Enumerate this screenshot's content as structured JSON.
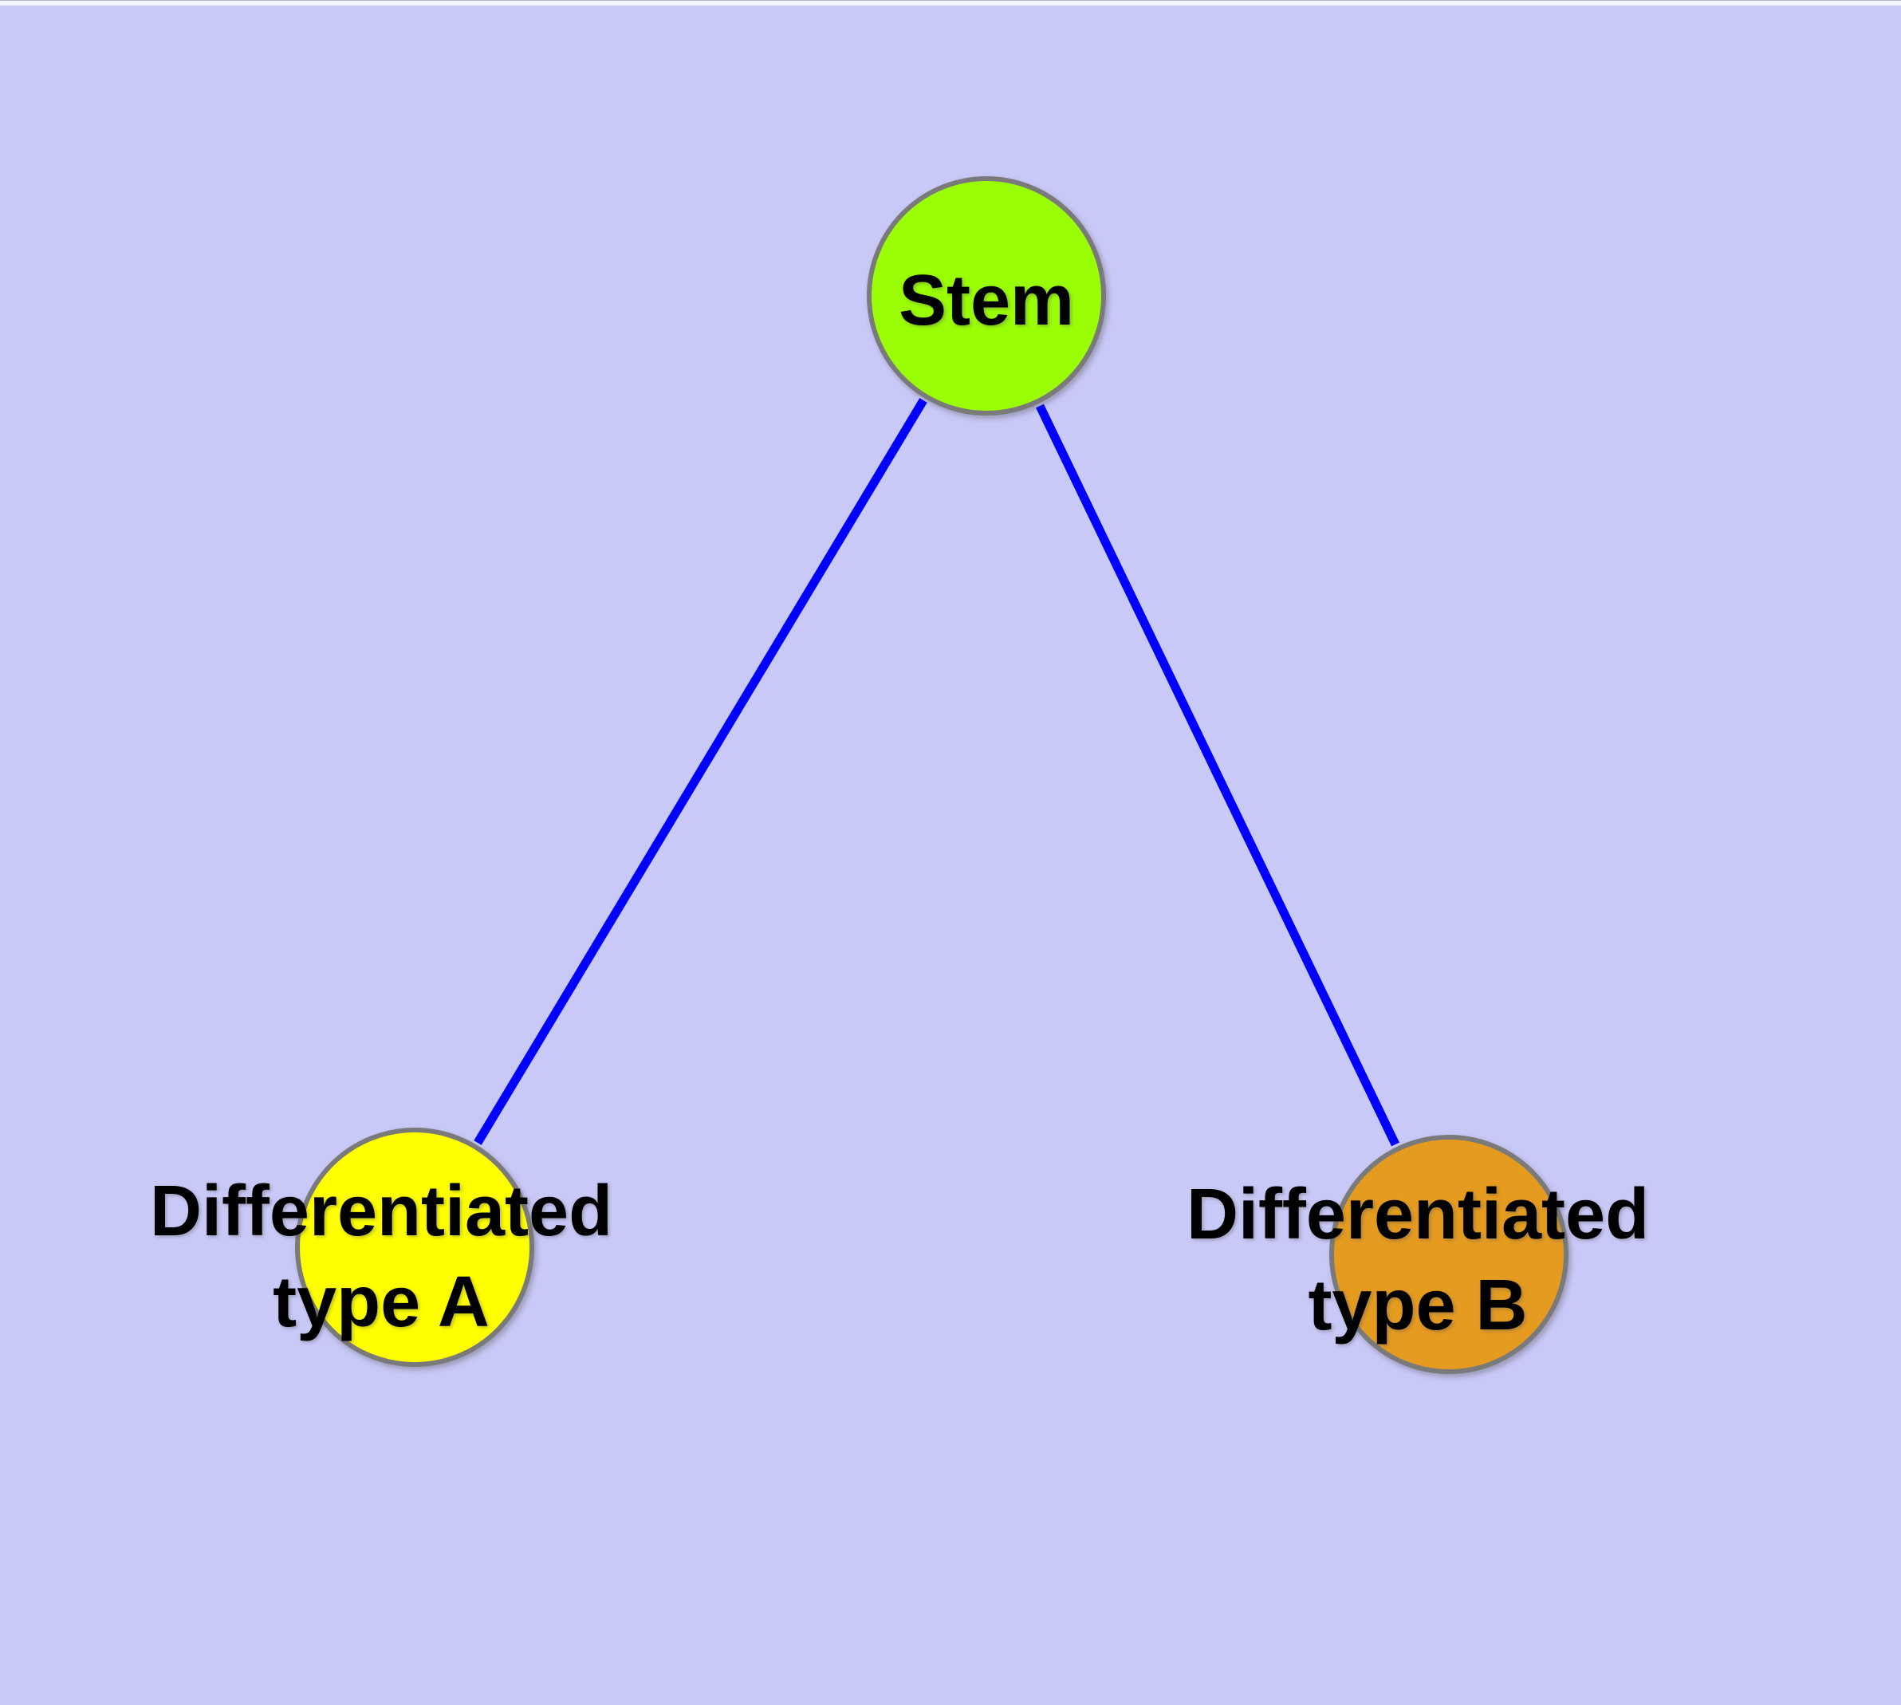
{
  "window": {
    "top_edge_color": "#f4f4fc"
  },
  "diagram": {
    "type": "node-link-graph",
    "background_color": "#c9c9f8",
    "edge_color": "#0000ff",
    "node_border_color": "#7a7a7a",
    "label_color": "#000000",
    "nodes": [
      {
        "id": "stem",
        "label_line1": "Stem",
        "label_line2": "",
        "fill": "#9afe06"
      },
      {
        "id": "differentiated-type-a",
        "label_line1": "Differentiated",
        "label_line2": "type A",
        "fill": "#ffff00"
      },
      {
        "id": "differentiated-type-b",
        "label_line1": "Differentiated",
        "label_line2": "type B",
        "fill": "#e59b20"
      }
    ],
    "edges": [
      {
        "from": "stem",
        "to": "differentiated-type-a"
      },
      {
        "from": "stem",
        "to": "differentiated-type-b"
      }
    ]
  }
}
